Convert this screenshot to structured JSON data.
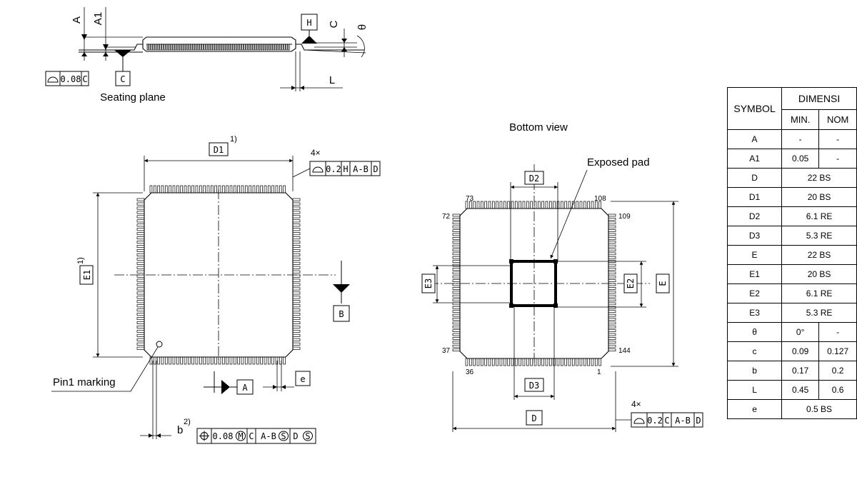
{
  "side_view": {
    "labels": {
      "A": "A",
      "A1": "A1",
      "C": "C",
      "theta": "θ",
      "L": "L"
    },
    "datum_H": "H",
    "datum_C": "C",
    "flatness_frame": {
      "value": "0.08",
      "datum": "C"
    },
    "seating_plane": "Seating plane"
  },
  "top_view": {
    "D1_label": "D1",
    "D1_note": "1)",
    "E1_label": "E1",
    "E1_note": "1)",
    "count_4x": "4×",
    "profile_frame": {
      "value": "0.2",
      "datums": [
        "H",
        "A-B",
        "D"
      ]
    },
    "datum_B": "B",
    "datum_A": "A",
    "e_label": "e",
    "pin1_marking": "Pin1 marking",
    "b_label": "b",
    "b_note": "2)",
    "position_frame": {
      "value": "0.08",
      "modifier": "M",
      "datums": [
        "C",
        "A-B",
        "D"
      ],
      "datum_modifier": "S"
    }
  },
  "bottom_view": {
    "title": "Bottom view",
    "exposed_pad": "Exposed pad",
    "D2_label": "D2",
    "D3_label": "D3",
    "E2_label": "E2",
    "E3_label": "E3",
    "E_label": "E",
    "D_label": "D",
    "pin_numbers": {
      "p73": "73",
      "p108": "108",
      "p72": "72",
      "p109": "109",
      "p37": "37",
      "p144": "144",
      "p36": "36",
      "p1": "1"
    },
    "count_4x": "4×",
    "profile_frame": {
      "value": "0.2",
      "datums": [
        "C",
        "A-B",
        "D"
      ]
    }
  },
  "dimension_table": {
    "symbol_header": "SYMBOL",
    "dimension_header": "DIMENSI",
    "min_header": "MIN.",
    "nom_header": "NOM",
    "rows": [
      {
        "symbol": "A",
        "min": "-",
        "nom": "-"
      },
      {
        "symbol": "A1",
        "min": "0.05",
        "nom": "-"
      },
      {
        "symbol": "D",
        "span": "22 BS"
      },
      {
        "symbol": "D1",
        "span": "20 BS"
      },
      {
        "symbol": "D2",
        "span": "6.1 RE"
      },
      {
        "symbol": "D3",
        "span": "5.3 RE"
      },
      {
        "symbol": "E",
        "span": "22 BS"
      },
      {
        "symbol": "E1",
        "span": "20 BS"
      },
      {
        "symbol": "E2",
        "span": "6.1 RE"
      },
      {
        "symbol": "E3",
        "span": "5.3 RE"
      },
      {
        "symbol": "θ",
        "min": "0°",
        "nom": "-"
      },
      {
        "symbol": "c",
        "min": "0.09",
        "nom": "0.127"
      },
      {
        "symbol": "b",
        "min": "0.17",
        "nom": "0.2"
      },
      {
        "symbol": "L",
        "min": "0.45",
        "nom": "0.6"
      },
      {
        "symbol": "e",
        "span": "0.5 BS"
      }
    ]
  }
}
